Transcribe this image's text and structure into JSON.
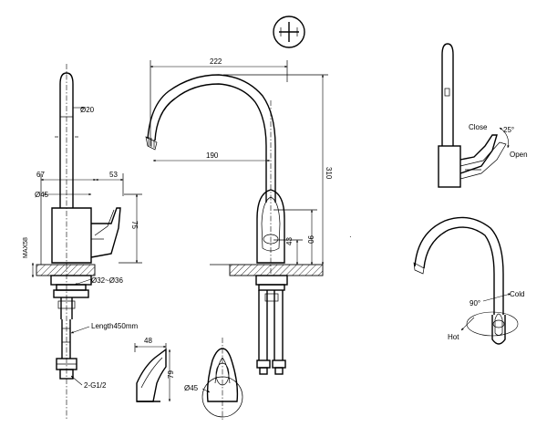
{
  "labels": {
    "spout_width": "222",
    "spout_reach": "190",
    "total_height": "310",
    "body_height": "90",
    "lever_offset": "43",
    "tube_diameter": "Ø20",
    "dim_67": "67",
    "dim_53": "53",
    "base_diameter": "Ø45",
    "dim_75": "75",
    "max_thickness": "MAX58",
    "shank_diameters": "Ø32~Ø36",
    "hose_length": "Length450mm",
    "hose_thread": "2-G1/2",
    "lever_width": "48",
    "lever_height": "79",
    "top_view_diameter": "Ø45",
    "close": "Close",
    "angle_25": "25°",
    "open": "Open",
    "cold": "Cold",
    "angle_90": "90°",
    "hot": "Hot"
  },
  "colors": {
    "line": "#000000",
    "background": "#ffffff"
  },
  "icons": {
    "cross_symbol": "plus-in-circle-icon"
  }
}
